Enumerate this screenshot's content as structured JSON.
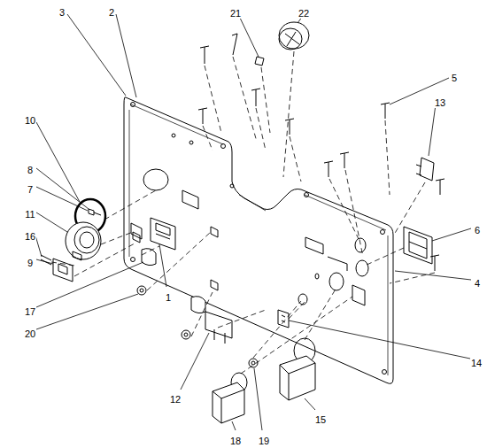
{
  "diagram": {
    "labels": [
      "3",
      "2",
      "21",
      "22",
      "5",
      "13",
      "10",
      "8",
      "7",
      "11",
      "16",
      "9",
      "6",
      "4",
      "1",
      "17",
      "20",
      "12",
      "14",
      "19",
      "15",
      "18"
    ]
  }
}
